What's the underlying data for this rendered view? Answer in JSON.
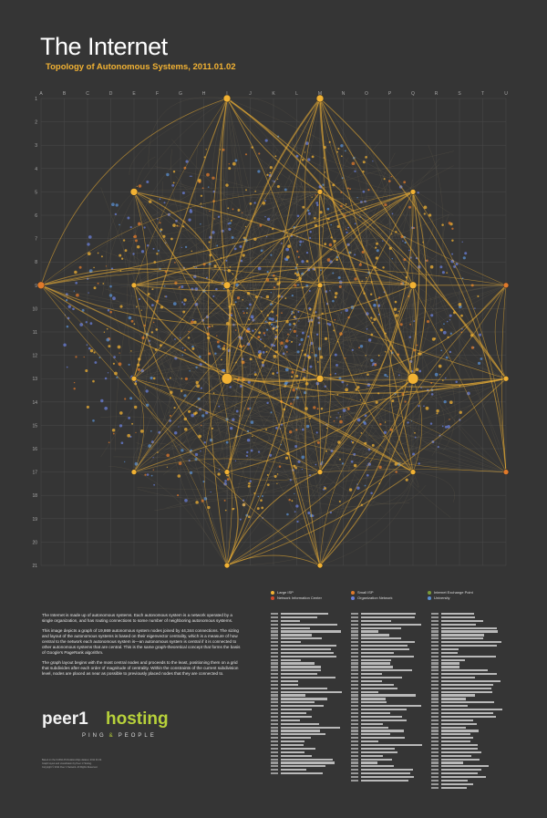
{
  "header": {
    "title": "The Internet",
    "subtitle": "Topology of Autonomous Systems, 2011.01.02"
  },
  "grid": {
    "columns": [
      "A",
      "B",
      "C",
      "D",
      "E",
      "F",
      "G",
      "H",
      "I",
      "J",
      "K",
      "L",
      "M",
      "N",
      "O",
      "P",
      "Q",
      "R",
      "S",
      "T",
      "U"
    ],
    "rows": [
      "1",
      "2",
      "3",
      "4",
      "5",
      "6",
      "7",
      "8",
      "9",
      "10",
      "11",
      "12",
      "13",
      "14",
      "15",
      "16",
      "17",
      "18",
      "19",
      "20",
      "21"
    ]
  },
  "colors": {
    "background": "#353535",
    "large_isp": "#f2b233",
    "small_isp": "#e07a2a",
    "network_information_center": "#d04a2a",
    "organization_network": "#6a7fd8",
    "internet_exchange_point": "#7a9a3a",
    "university": "#5a8fd0",
    "grid_line": "#4a4a4a"
  },
  "legend": [
    {
      "label": "Large ISP",
      "color_key": "large_isp"
    },
    {
      "label": "Network Information Center",
      "color_key": "network_information_center"
    },
    {
      "label": "Small ISP",
      "color_key": "small_isp"
    },
    {
      "label": "Organization Network",
      "color_key": "organization_network"
    },
    {
      "label": "Internet Exchange Point",
      "color_key": "internet_exchange_point"
    },
    {
      "label": "University",
      "color_key": "university"
    }
  ],
  "intro": {
    "paragraphs": [
      "The Internet is made up of autonomous systems. Each autonomous system is a network operated by a single organization, and has routing connections to some number of neighboring autonomous systems.",
      "This image depicts a graph of 19,869 autonomous system nodes joined by 44,344 connections. The sizing and layout of the autonomous systems is based on their eigenvector centrality, which is a measure of how central to the network each autonomous system is—an autonomous system is central if it is connected to other autonomous systems that are central. This is the same graph-theoretical concept that forms the basis of Google's PageRank algorithm.",
      "The graph layout begins with the most central nodes and proceeds to the least, positioning them on a grid that subdivides after each order of magnitude of centrality. Within the constraints of the current subdivision level, nodes are placed as near as possible to previously placed nodes that they are connected to."
    ]
  },
  "logo": {
    "peer": "peer1",
    "hosting": "hosting",
    "tag_left": "PING",
    "tag_amp": "&",
    "tag_right": "PEOPLE"
  },
  "credits": {
    "lines": [
      "Based on the CAIDA AS Relationships dataset, 2011.01.02.",
      "Graph layout and visualization by Peer 1 Hosting.",
      "Copyright © 2011 Peer 1 Network. All Rights Reserved."
    ]
  }
}
